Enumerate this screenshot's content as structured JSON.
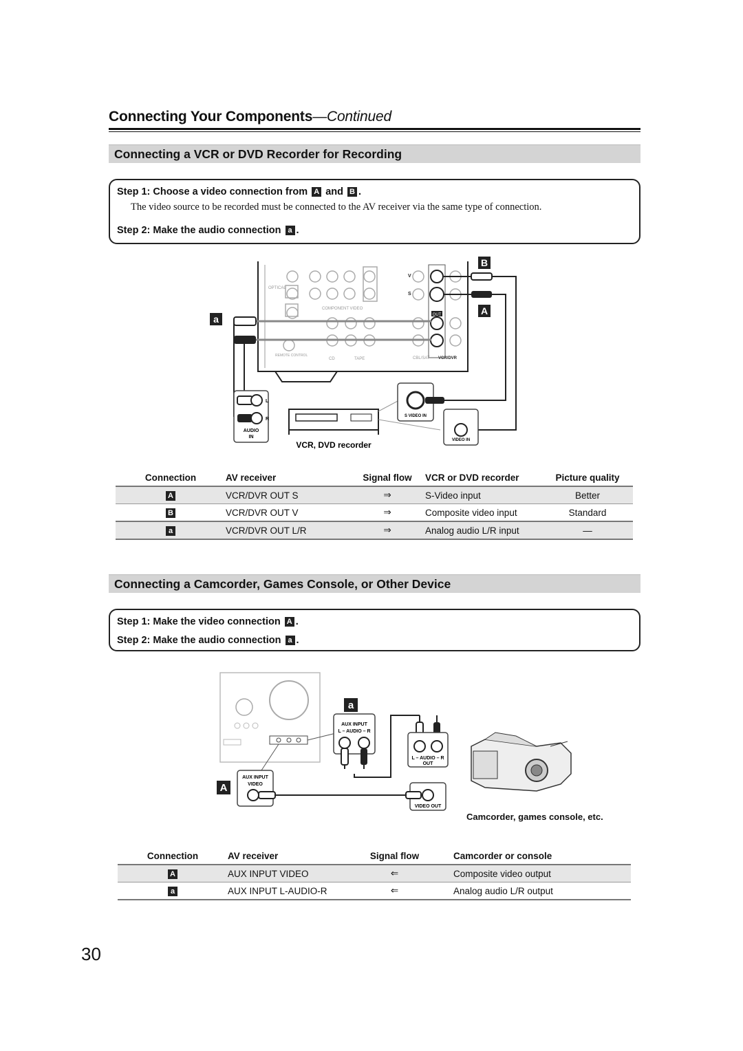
{
  "header": {
    "title": "Connecting Your Components",
    "continued": "—Continued"
  },
  "section1": {
    "title": "Connecting a VCR or DVD Recorder for Recording",
    "step1": {
      "label": "Step 1: Choose a video connection from",
      "key_a": "A",
      "and": "and",
      "key_b": "B",
      "end": "."
    },
    "note": "The video source to be recorded must be connected to the AV receiver via the same type of connection.",
    "step2": {
      "label": "Step 2: Make the audio connection",
      "key": "a",
      "end": "."
    },
    "diagram": {
      "markers": {
        "b": "B",
        "a_upper": "A",
        "a_lower": "a"
      },
      "labels": {
        "left": "L",
        "right": "R",
        "audio": "AUDIO",
        "in": "IN",
        "s_video_in": "S VIDEO IN",
        "video_in": "VIDEO IN",
        "device": "VCR, DVD recorder",
        "vcr_dvr": "VCR/DVR",
        "out": "OUT",
        "cbl_sat": "CBL/SAT",
        "cd": "CD",
        "tape": "TAPE",
        "component_video": "COMPONENT VIDEO",
        "optical": "OPTICAL",
        "remote_control": "REMOTE CONTROL",
        "v": "V",
        "s": "S"
      }
    },
    "table": {
      "headers": [
        "Connection",
        "AV receiver",
        "Signal flow",
        "VCR or DVD recorder",
        "Picture quality"
      ],
      "rows": [
        {
          "key": "A",
          "receiver": "VCR/DVR OUT S",
          "flow": "⇒",
          "device": "S-Video input",
          "quality": "Better"
        },
        {
          "key": "B",
          "receiver": "VCR/DVR OUT V",
          "flow": "⇒",
          "device": "Composite video input",
          "quality": "Standard"
        },
        {
          "key": "a",
          "receiver": "VCR/DVR OUT L/R",
          "flow": "⇒",
          "device": "Analog audio L/R input",
          "quality": "—"
        }
      ]
    }
  },
  "section2": {
    "title": "Connecting a Camcorder, Games Console, or Other Device",
    "step1": {
      "label": "Step 1: Make the video connection",
      "key": "A",
      "end": "."
    },
    "step2": {
      "label": "Step 2: Make the audio connection",
      "key": "a",
      "end": "."
    },
    "diagram": {
      "markers": {
        "a": "a",
        "A": "A"
      },
      "labels": {
        "aux_input": "AUX INPUT",
        "l_audio_r": "L – AUDIO – R",
        "video": "VIDEO",
        "out": "OUT",
        "video_out": "VIDEO OUT",
        "device": "Camcorder, games console, etc."
      }
    },
    "table": {
      "headers": [
        "Connection",
        "AV receiver",
        "Signal flow",
        "Camcorder or console"
      ],
      "rows": [
        {
          "key": "A",
          "receiver": "AUX INPUT VIDEO",
          "flow": "⇐",
          "device": "Composite video output"
        },
        {
          "key": "a",
          "receiver": "AUX INPUT L-AUDIO-R",
          "flow": "⇐",
          "device": "Analog audio L/R output"
        }
      ]
    }
  },
  "page_number": "30"
}
